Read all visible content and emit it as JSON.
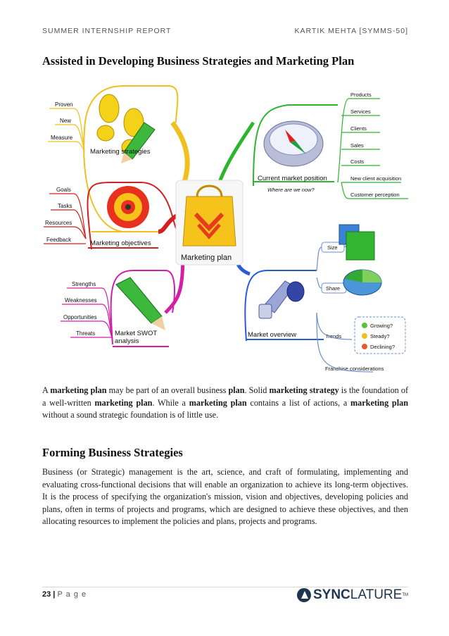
{
  "header": {
    "left": "SUMMER INTERNSHIP REPORT",
    "right": "KARTIK MEHTA [SYMMS-50]"
  },
  "title": "Assisted in Developing Business Strategies and Marketing Plan",
  "mindmap": {
    "center": "Marketing plan",
    "strategies": {
      "label": "Marketing strategies",
      "items": [
        "Proven",
        "New",
        "Measure"
      ]
    },
    "objectives": {
      "label": "Marketing objectives",
      "items": [
        "Goals",
        "Tasks",
        "Resources",
        "Feedback"
      ]
    },
    "swot": {
      "label1": "Market SWOT",
      "label2": "analysis",
      "items": [
        "Strengths",
        "Weaknesses",
        "Opportunities",
        "Threats"
      ]
    },
    "position": {
      "label": "Current market position",
      "sub": "Where are we now?",
      "items": [
        "Products",
        "Services",
        "Clients",
        "Sales",
        "Costs",
        "New client acquisition",
        "Customer perception"
      ]
    },
    "overview": {
      "label": "Market overview",
      "items": [
        "Size",
        "Share",
        "Trends",
        "Franchise considerations"
      ],
      "trends": [
        "Growing?",
        "Steady?",
        "Declining?"
      ]
    }
  },
  "para1": {
    "a": "A ",
    "b": "marketing plan",
    "c": " may be part of an overall business ",
    "d": "plan",
    "e": ". Solid ",
    "f": "marketing strategy",
    "g": " is the foundation of a well-written ",
    "h": "marketing plan",
    "i": ". While a ",
    "j": "marketing plan",
    "k": " contains a list of actions, a ",
    "l": "marketing plan",
    "m": " without a sound strategic foundation is of little use."
  },
  "heading2": "Forming Business Strategies",
  "para2": "Business (or Strategic) management is the art, science, and craft of formulating, implementing and evaluating cross-functional decisions that will enable an organization to achieve its long-term objectives. It is the process of specifying the organization's mission, vision and objectives, developing policies and plans, often in terms of projects and programs, which are designed to achieve these objectives, and then allocating resources to implement the policies and plans, projects and programs.",
  "footer": {
    "page": "23",
    "sep": " | ",
    "label": "P a g e",
    "logo_a": "SYNC",
    "logo_b": "LATURE",
    "tm": "TM"
  }
}
